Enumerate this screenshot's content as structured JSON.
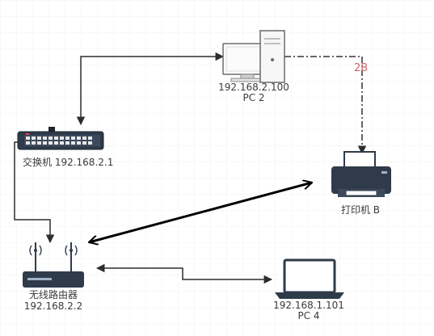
{
  "nodes": {
    "pc2": {
      "ip": "192.168.2.100",
      "name": "PC 2",
      "icon": "desktop-pc-icon"
    },
    "switch": {
      "label": "交换机 192.168.2.1",
      "icon": "network-switch-icon"
    },
    "printer": {
      "label": "打印机 B",
      "icon": "printer-icon"
    },
    "router": {
      "name": "无线路由器",
      "ip": "192.168.2.2",
      "icon": "wireless-router-icon"
    },
    "pc4": {
      "ip": "192.168.1.101",
      "name": "PC 4",
      "icon": "laptop-icon"
    }
  },
  "links": {
    "pc2_printer_tag": "2B"
  },
  "colors": {
    "wire": "#2d2d2d",
    "dashed_link": "#333333",
    "tag": "#c8666a",
    "device_dark": "#2f3b4a",
    "grid": "#f2f2f2"
  }
}
